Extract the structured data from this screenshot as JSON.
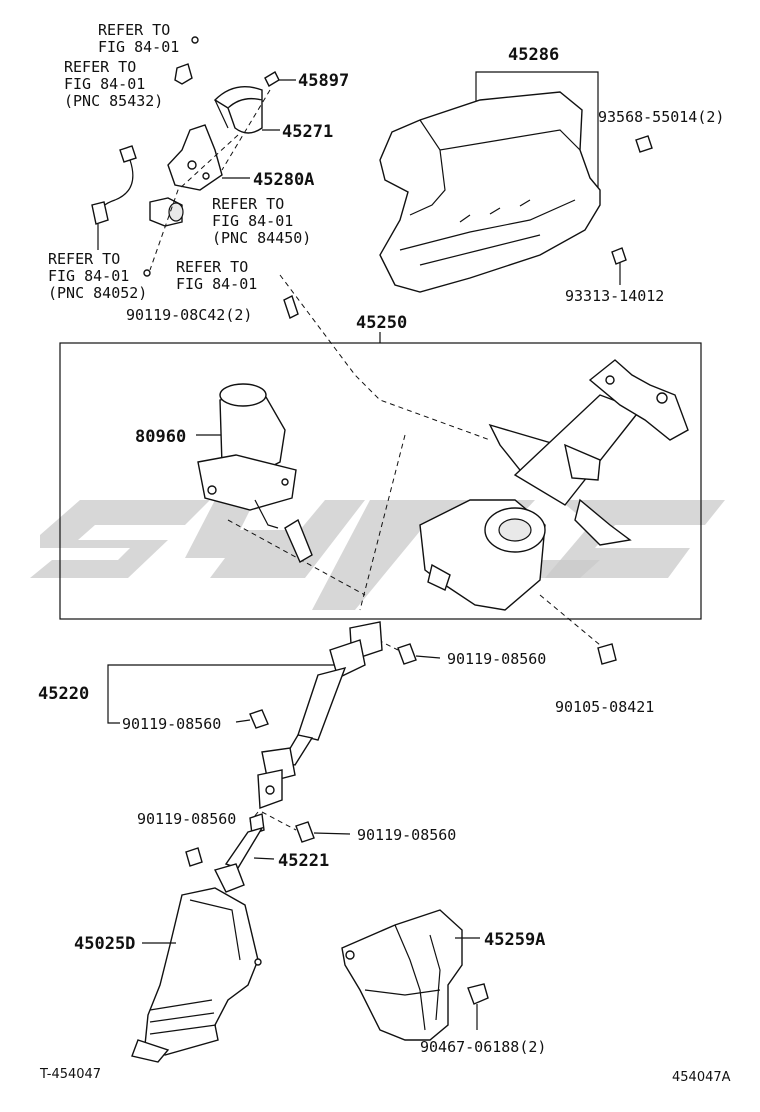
{
  "refer_notes": {
    "r1": {
      "line1": "REFER TO",
      "line2": "FIG 84-01"
    },
    "r2": {
      "line1": "REFER TO",
      "line2": "FIG 84-01",
      "line3": "(PNC 85432)"
    },
    "r3": {
      "line1": "REFER TO",
      "line2": "FIG 84-01",
      "line3": "(PNC 84450)"
    },
    "r4": {
      "line1": "REFER TO",
      "line2": "FIG 84-01",
      "line3": "(PNC 84052)"
    },
    "r5": {
      "line1": "REFER TO",
      "line2": "FIG 84-01"
    }
  },
  "labels": {
    "p45286": "45286",
    "p45897": "45897",
    "p45271": "45271",
    "p45280A": "45280A",
    "p93568": "93568-55014(2)",
    "p93313": "93313-14012",
    "p90119_08C42": "90119-08C42(2)",
    "p45250": "45250",
    "p80960": "80960",
    "p90119_a": "90119-08560",
    "p90105": "90105-08421",
    "p45220": "45220",
    "p90119_b": "90119-08560",
    "p90119_c": "90119-08560",
    "p90119_d": "90119-08560",
    "p45221": "45221",
    "p45025D": "45025D",
    "p45259A": "45259A",
    "p90467": "90467-06188(2)"
  },
  "footer": {
    "left": "T-454047",
    "right": "454047A"
  }
}
